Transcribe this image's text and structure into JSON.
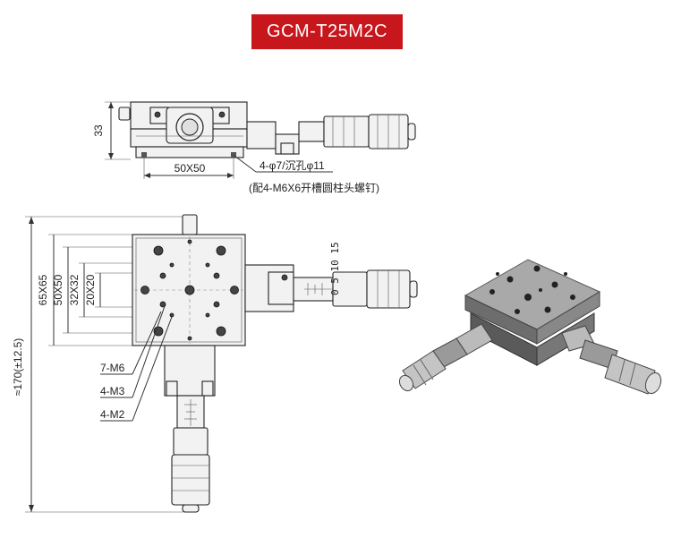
{
  "title": "GCM-T25M2C",
  "side_view": {
    "height_dim": "33",
    "width_dim": "50X50",
    "hole_note": "4-φ7/沉孔φ11",
    "screw_note": "(配4-M6X6开槽圆柱头螺钉)"
  },
  "top_view": {
    "total_dim": "≈170(±12.5)",
    "dim_65": "65X65",
    "dim_50": "50X50",
    "dim_32": "32X32",
    "dim_20": "20X20",
    "thread_m6": "7-M6",
    "thread_m3": "4-M3",
    "thread_m2": "4-M2"
  },
  "micrometer_scale": [
    "0",
    "5",
    "10",
    "15"
  ]
}
